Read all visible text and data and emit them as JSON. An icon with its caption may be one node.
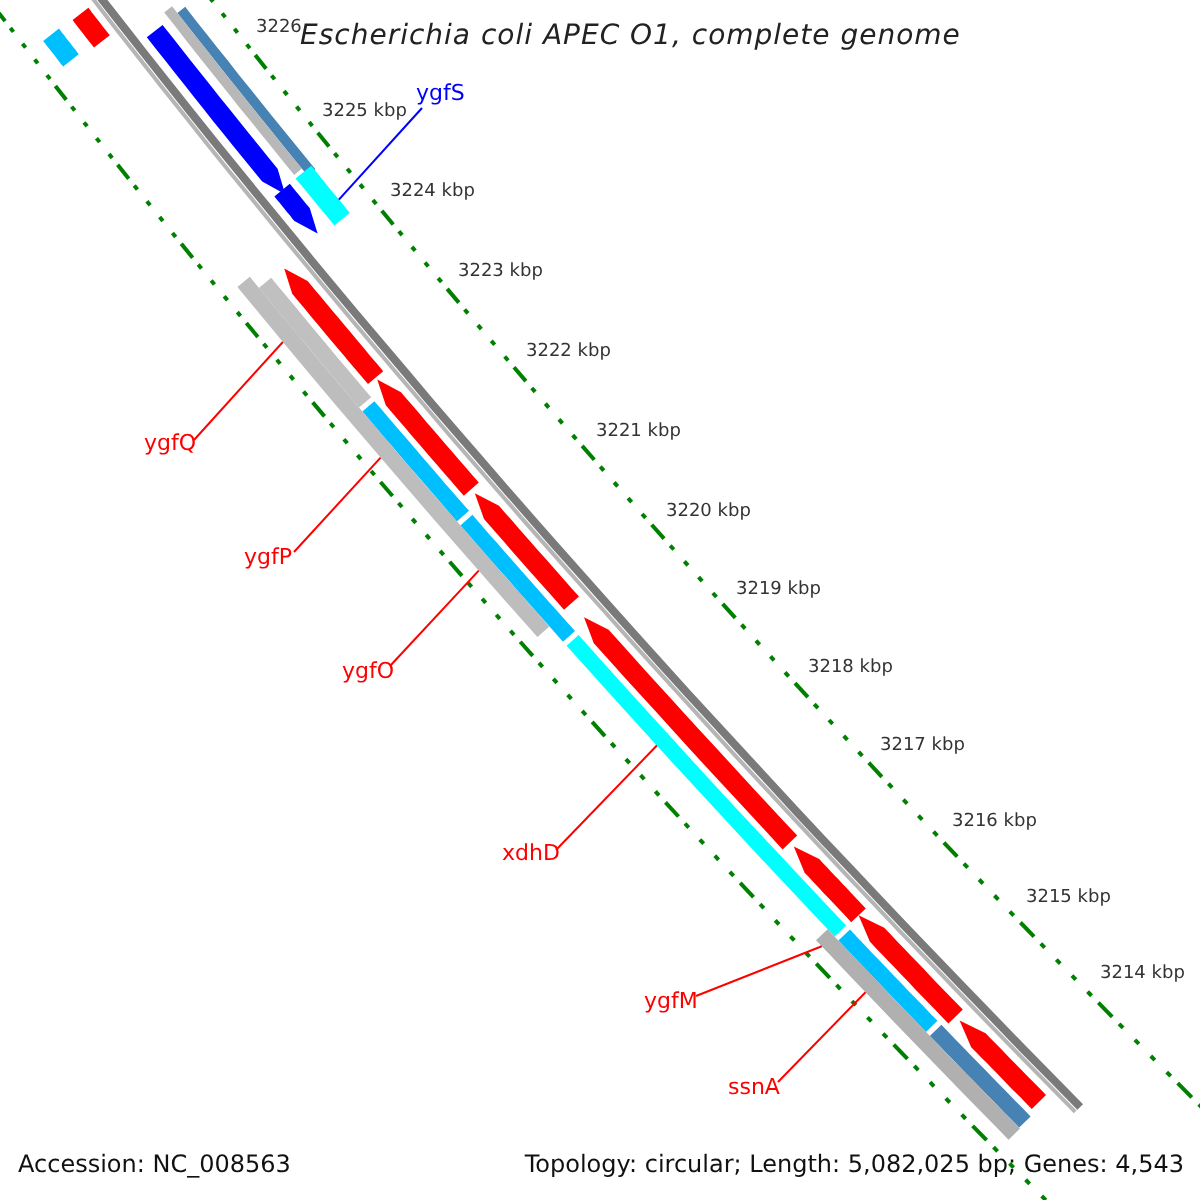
{
  "diagram": {
    "title": "Escherichia coli APEC O1, complete genome",
    "nodes": [
      {
        "text": [
          "ygfS"
        ]
      },
      {
        "text": [
          "ygfQ"
        ]
      },
      {
        "text": [
          "ygfP"
        ]
      },
      {
        "text": [
          "ygfO"
        ]
      },
      {
        "text": [
          "xdhD"
        ]
      },
      {
        "text": [
          "ygfM"
        ]
      },
      {
        "text": [
          "ssnA"
        ]
      },
      {
        "text": [],
        "shape": "pentagon"
      },
      {
        "text": [],
        "shape": "pentagon"
      },
      {
        "text": [],
        "shape": "bar"
      },
      {
        "text": [],
        "shape": "bar"
      },
      {
        "text": [],
        "shape": "bar"
      },
      {
        "text": [],
        "shape": "bar"
      },
      {
        "text": [],
        "shape": "bar"
      },
      {
        "text": [],
        "shape": "pentagon"
      },
      {
        "text": [],
        "shape": "pentagon"
      },
      {
        "text": [],
        "shape": "pentagon"
      },
      {
        "text": [],
        "shape": "pentagon"
      },
      {
        "text": [],
        "shape": "pentagon"
      },
      {
        "text": [],
        "shape": "pentagon"
      },
      {
        "text": [],
        "shape": "pentagon"
      },
      {
        "text": [],
        "shape": "bar"
      },
      {
        "text": [],
        "shape": "bar"
      },
      {
        "text": [],
        "shape": "bar"
      },
      {
        "text": [],
        "shape": "bar"
      },
      {
        "text": [],
        "shape": "bar"
      },
      {
        "text": [],
        "shape": "bar"
      },
      {
        "text": [],
        "shape": "bar"
      },
      {
        "text": [],
        "shape": "bar"
      }
    ],
    "edges": [
      {
        "from": 0,
        "to": 11,
        "arrow": "none",
        "color": "#0000ff"
      },
      {
        "from": 1,
        "to": 27,
        "arrow": "none"
      },
      {
        "from": 2,
        "to": 27,
        "arrow": "none"
      },
      {
        "from": 3,
        "to": 27,
        "arrow": "none"
      },
      {
        "from": 4,
        "to": 24,
        "arrow": "none"
      },
      {
        "from": 5,
        "to": 28,
        "arrow": "none"
      },
      {
        "from": 6,
        "to": 28,
        "arrow": "none"
      }
    ],
    "labels": [
      "3226",
      "3225 kbp",
      "3224 kbp",
      "3223 kbp",
      "3222 kbp",
      "3221 kbp",
      "3220 kbp",
      "3219 kbp",
      "3218 kbp",
      "3217 kbp",
      "3216 kbp",
      "3215 kbp",
      "3214 kbp",
      "Accession: NC_008563",
      "Topology: circular; Length: 5,082,025 bp; Genes: 4,543"
    ]
  }
}
